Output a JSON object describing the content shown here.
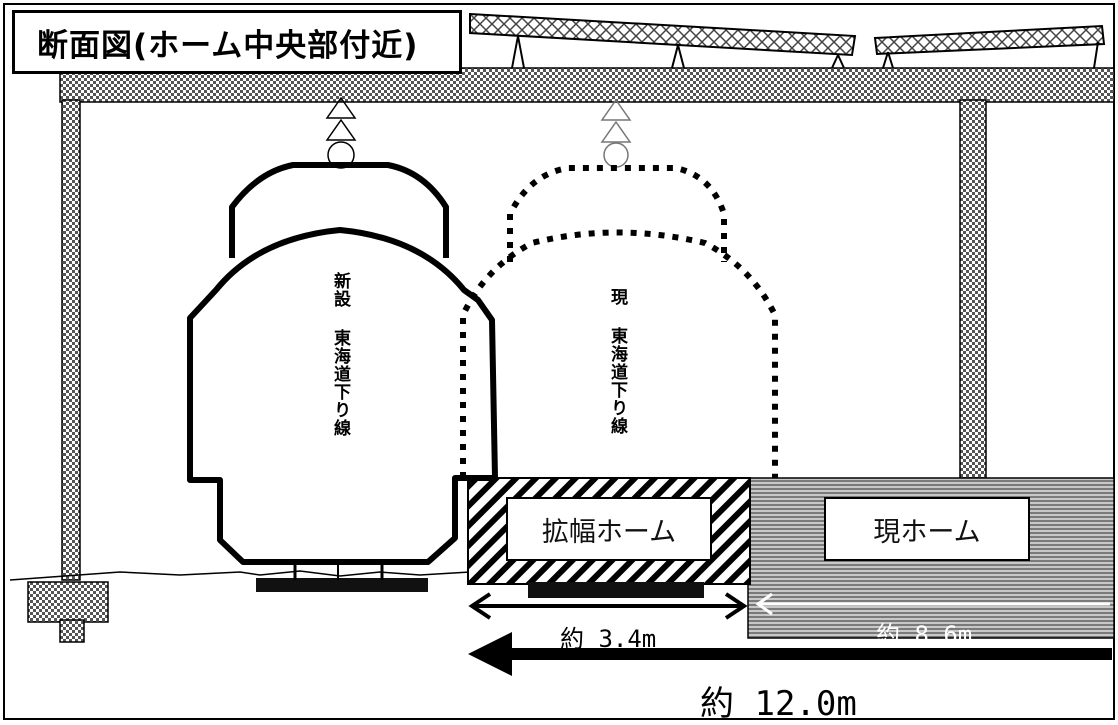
{
  "title": "断面図(ホーム中央部付近)",
  "trains": {
    "new_line": "新設 東海道下り線",
    "current_line": "現 東海道下り線"
  },
  "platforms": {
    "extension": "拡幅ホーム",
    "current": "現ホーム"
  },
  "dimensions": {
    "extension_width": "約 3.4m",
    "current_width": "約 8.6m",
    "total_width": "約 12.0m"
  }
}
